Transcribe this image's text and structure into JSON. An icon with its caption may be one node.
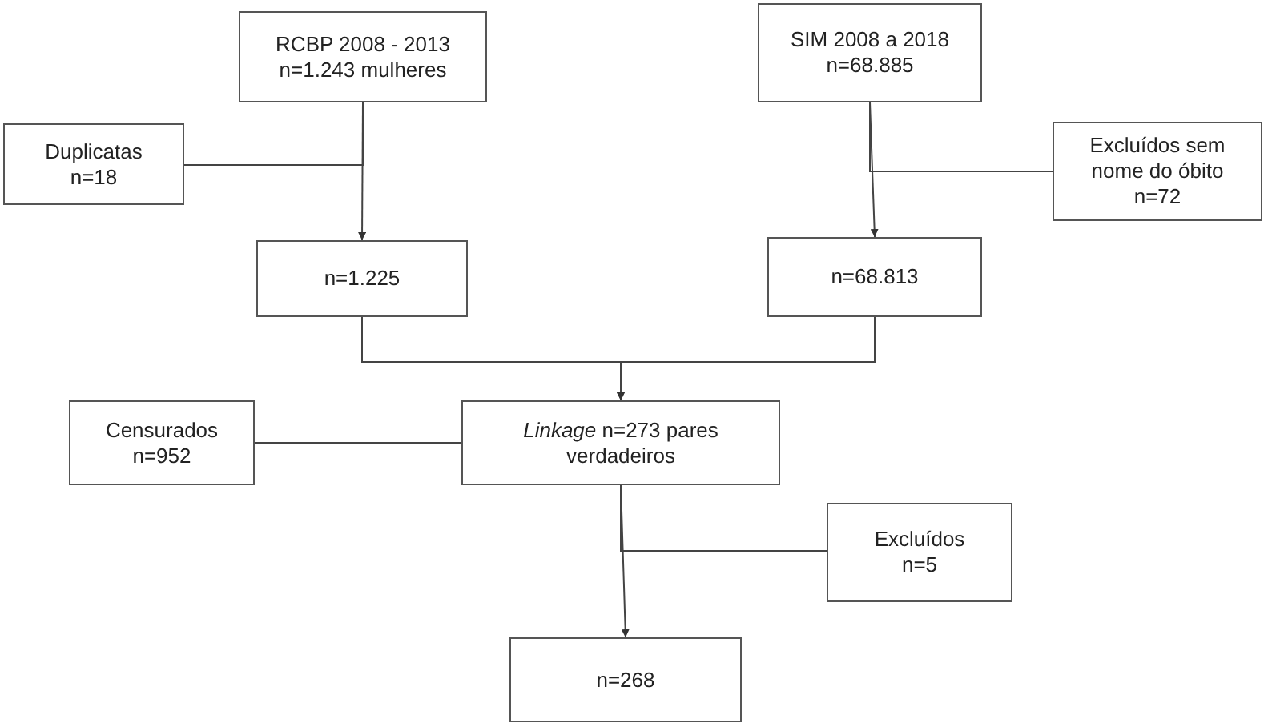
{
  "diagram": {
    "nodes": [
      {
        "text": [
          "RCBP 2008 - 2013 n=1.243 mulheres"
        ]
      },
      {
        "text": [
          "SIM 2008 a 2018 n=68.885"
        ]
      },
      {
        "text": [
          "Duplicatas n=18"
        ]
      },
      {
        "text": [
          "Excluídos sem nome do óbito n=72"
        ]
      },
      {
        "text": [
          "n=1.225"
        ]
      },
      {
        "text": [
          "n=68.813"
        ]
      },
      {
        "text": [
          "*Linkage* n=273 pares verdadeiros"
        ]
      },
      {
        "text": [
          "Censurados n=952"
        ]
      },
      {
        "text": [
          "Excluídos n=5"
        ]
      },
      {
        "text": [
          "n=268"
        ]
      }
    ],
    "edges": [
      {
        "from": 0,
        "to": 4,
        "arrow": "to"
      },
      {
        "from": 0,
        "to": 2,
        "arrow": "none"
      },
      {
        "from": 1,
        "to": 5,
        "arrow": "to"
      },
      {
        "from": 1,
        "to": 3,
        "arrow": "none"
      },
      {
        "from": 4,
        "to": 6,
        "arrow": "to"
      },
      {
        "from": 5,
        "to": 6,
        "arrow": "to"
      },
      {
        "from": 6,
        "to": 7,
        "arrow": "none"
      },
      {
        "from": 6,
        "to": 8,
        "arrow": "none"
      },
      {
        "from": 6,
        "to": 9,
        "arrow": "to"
      }
    ]
  }
}
